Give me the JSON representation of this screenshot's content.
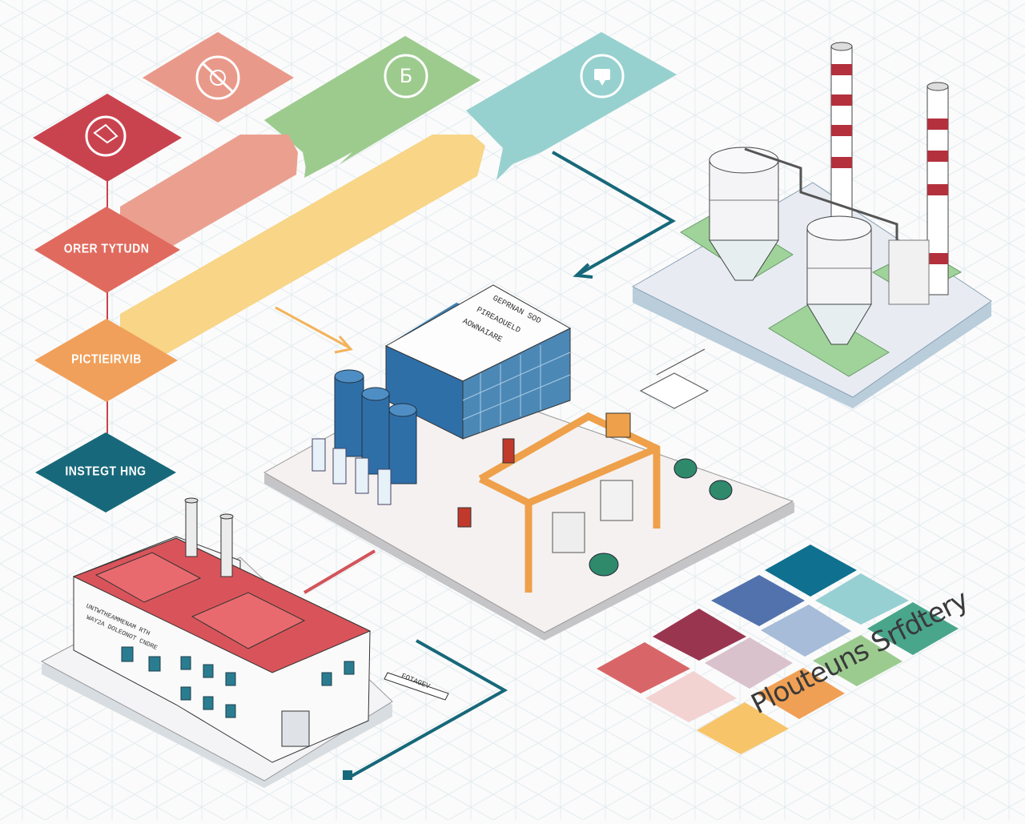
{
  "diagram": {
    "type": "isometric-process-infographic",
    "background_color": "#fbfbfb",
    "grid_color": "#dfe9ee"
  },
  "flow_steps": [
    {
      "id": "step-1",
      "label": "ORER TYTUDN",
      "color": "#e06a5e",
      "icon": "none"
    },
    {
      "id": "step-2",
      "label": "PICTIEIRVIB",
      "color": "#f0a05a",
      "icon": "none"
    },
    {
      "id": "step-3",
      "label": "INSTEGT HNG",
      "color": "#17687a",
      "icon": "none"
    }
  ],
  "top_banners": [
    {
      "id": "banner-red",
      "color": "#c9434f",
      "icon": "no-symbol-icon"
    },
    {
      "id": "banner-salmon",
      "color": "#e9998a",
      "icon": "no-entry-icon"
    },
    {
      "id": "banner-green",
      "color": "#9dcb8e",
      "icon": "letter-b-icon"
    },
    {
      "id": "banner-teal",
      "color": "#96d1cf",
      "icon": "chat-bubble-icon"
    }
  ],
  "arrows": [
    {
      "id": "salmon-arrow",
      "color": "#eba08f"
    },
    {
      "id": "yellow-arrow",
      "color": "#f8d587"
    },
    {
      "id": "teal-connector",
      "color": "#17687a"
    },
    {
      "id": "red-connector",
      "color": "#d2545a"
    }
  ],
  "buildings": {
    "main_plant": {
      "sign_lines": [
        "GEPRNAN SOD",
        "PIREAOUELD",
        "AOWNAIARE"
      ],
      "tank_color": "#2f6fa8",
      "gantry_color": "#eea04a"
    },
    "silo_plant": {
      "chimney_stripe_color": "#b3303d",
      "pad_color": "#9fd39a"
    },
    "factory": {
      "roof_color": "#d9545a",
      "sign_lines": [
        "UNTWTHEAMMENAM RTH",
        "WAY2A DOLEONOT CNDRE"
      ],
      "tag_label": "FOTAGEV"
    }
  },
  "legend": {
    "title": "Plouteuns Srfdtery",
    "swatches": [
      {
        "name": "dark-teal",
        "color": "#0f7090"
      },
      {
        "name": "blue",
        "color": "#5172ad"
      },
      {
        "name": "light-teal",
        "color": "#97d0d2"
      },
      {
        "name": "burgundy",
        "color": "#9a3550"
      },
      {
        "name": "light-blue",
        "color": "#a6bcd8"
      },
      {
        "name": "sea-green",
        "color": "#4aa68b"
      },
      {
        "name": "coral",
        "color": "#d86668"
      },
      {
        "name": "mauve",
        "color": "#d9c2cc"
      },
      {
        "name": "green",
        "color": "#9ccb8f"
      },
      {
        "name": "pink",
        "color": "#f2d3d2"
      },
      {
        "name": "orange",
        "color": "#f0a055"
      },
      {
        "name": "yellow",
        "color": "#f8c46a"
      }
    ]
  }
}
